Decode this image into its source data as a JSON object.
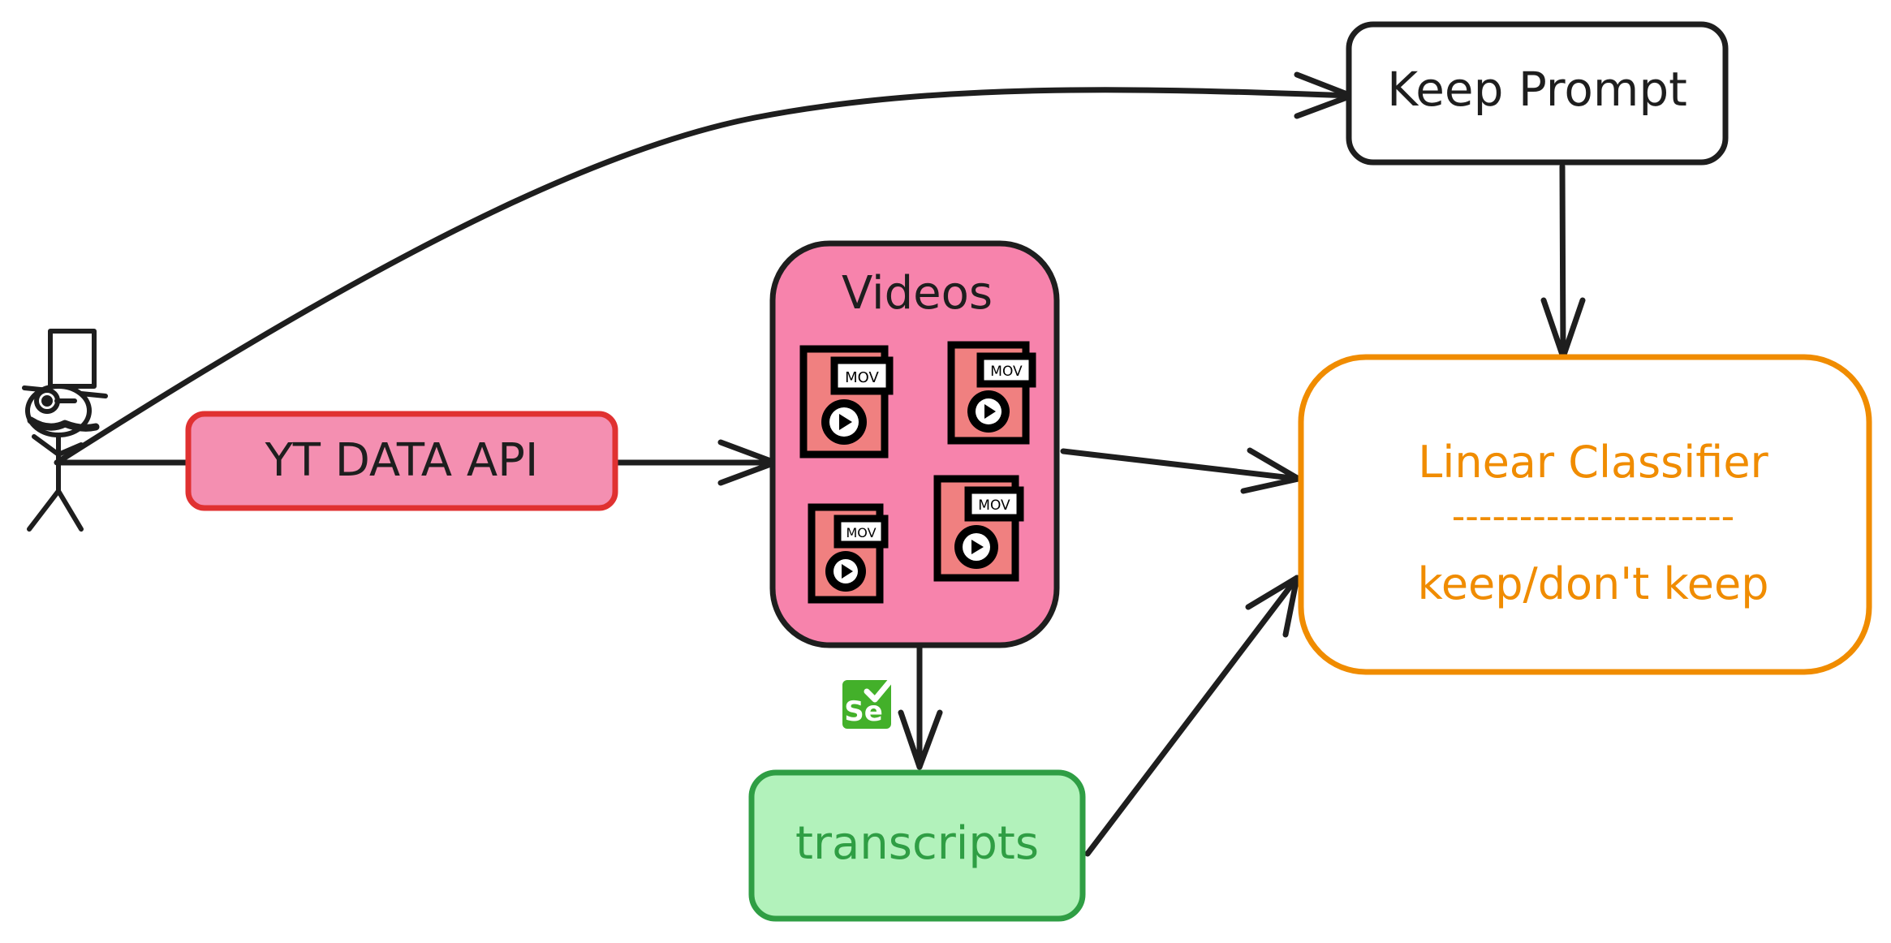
{
  "nodes": {
    "keep_prompt": {
      "label": "Keep Prompt"
    },
    "yt_data_api": {
      "label": "YT DATA API"
    },
    "videos": {
      "label": "Videos"
    },
    "transcripts": {
      "label": "transcripts"
    },
    "classifier": {
      "title": "Linear Classifier",
      "divider": "---------------------",
      "output": "keep/don't keep"
    }
  },
  "file_icon_tag": "MOV",
  "selenium_badge": {
    "text": "Se"
  },
  "icons": {
    "user": "stick-figure-top-hat-monocle",
    "video_file": "mov-video-file-icon",
    "selenium": "selenium-logo-icon"
  },
  "colors": {
    "ink": "#1e1e1e",
    "api_fill": "#f48fb1",
    "api_stroke": "#e03131",
    "videos_fill": "#f783ac",
    "file_fill": "#f08080",
    "transcripts_fill": "#b2f2bb",
    "transcripts_stroke": "#2f9e44",
    "transcripts_text": "#2f9e44",
    "classifier_stroke": "#f08c00",
    "classifier_text": "#f08c00",
    "selenium_green": "#43b02a"
  }
}
